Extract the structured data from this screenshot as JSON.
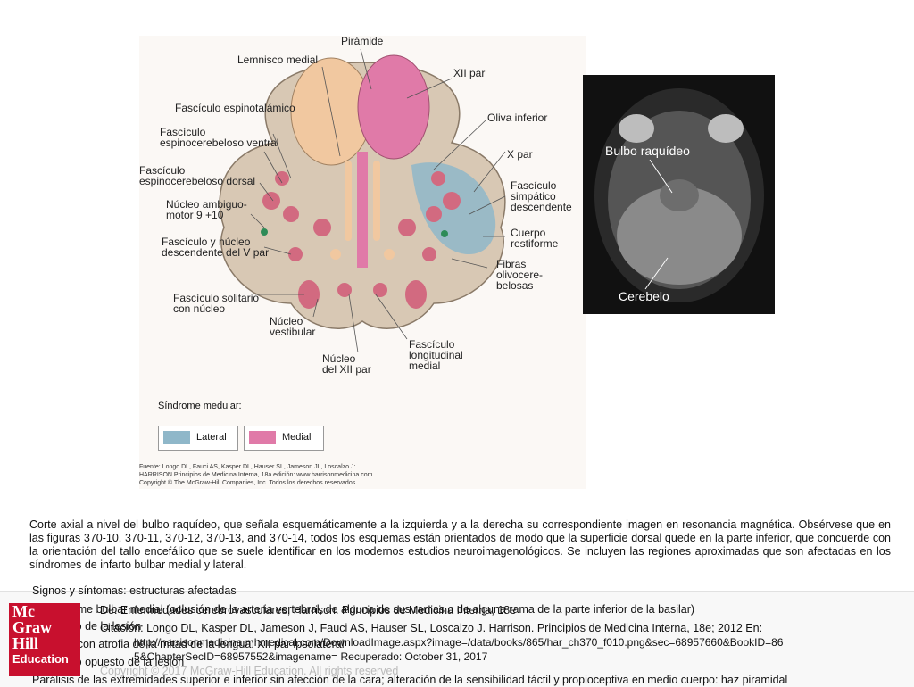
{
  "figure": {
    "labels": {
      "piramide": "Pirámide",
      "lemnisco": "Lemnisco medial",
      "xii_par": "XII par",
      "oliva": "Oliva inferior",
      "espinotalamico": "Fascículo espinotalámico",
      "espinocerebeloso_ventral": "Fascículo\nespinocerebeloso ventral",
      "x_par": "X par",
      "espinocerebeloso_dorsal": "Fascículo\nespinocerebeloso dorsal",
      "simpatico": "Fascículo\nsimpático\ndescendente",
      "ambiguo": "Núcleo ambiguo-\nmotor 9 +10",
      "restiforme": "Cuerpo\nrestiforme",
      "v_par": "Fascículo y núcleo\ndescendente del V par",
      "olivocerebelosas": "Fibras\nolivocere-\nbelosas",
      "solitario": "Fascículo solitario\ncon núcleo",
      "vestibular": "Núcleo\nvestibular",
      "xii_nucleo": "Núcleo\ndel XII par",
      "longitudinal": "Fascículo\nlongitudinal\nmedial"
    },
    "legend": {
      "title": "Síndrome medular:",
      "lateral": "Lateral",
      "medial": "Medial",
      "lateral_color": "#8fb7c9",
      "medial_color": "#e07aa8"
    },
    "fuente_line1": "Fuente: Longo DL, Fauci AS, Kasper DL, Hauser SL, Jameson JL, Loscalzo J:",
    "fuente_line2": "HARRISON Principios de Medicina Interna, 18a edición: www.harrisonmedicina.com",
    "fuente_line3": "Copyright © The McGraw-Hill Companies, Inc. Todos los derechos reservados."
  },
  "mri": {
    "bulbo": "Bulbo raquídeo",
    "cerebelo": "Cerebelo"
  },
  "caption": "Corte axial a nivel del bulbo raquídeo, que señala esquemáticamente a la izquierda y a la derecha su correspondiente imagen en resonancia magnética. Obsérvese que en las figuras 370-10, 370-11, 370-12, 370-13, and 370-14, todos los esquemas están orientados de modo que la superficie dorsal quede en la parte inferior, que concuerde con la orientación del tallo encefálico que se suele identificar en los modernos estudios neuroimagenológicos. Se incluyen las regiones aproximadas que son afectadas en los síndromes de infarto bulbar medial y lateral.",
  "overlay": {
    "l1": "Signos y síntomas: estructuras afectadas",
    "l2": "1. Síndrome bulbar medial (oclusión de la arteria vertebral, de alguna de sus ramas o de alguna rama de la parte inferior de la basilar)",
    "l3": "En el lado de la lesión",
    "l4": "Parálisis con atrofia de la mitad de la lengua: XII par ipsolateral",
    "l5": "En el lado opuesto de la lesión",
    "l6": "Parálisis de las extremidades superior e inferior sin afección de la cara; alteración de la sensibilidad táctil y propioceptiva en medio cuerpo: haz piramidal"
  },
  "citation": {
    "de_line": "De: Enfermedades cerebrovasculares, Harrison. Principios de Medicina Interna, 18e",
    "cita_line": "Citación: Longo DL, Kasper DL, Jameson J, Fauci AS, Hauser SL, Loscalzo J. Harrison. Principios de Medicina Interna, 18e; 2012 En:",
    "url_line1": "http://harrisonmedicina.mhmedical.com/DownloadImage.aspx?image=/data/books/865/har_ch370_f010.png&sec=68957660&BookID=86",
    "url_line2": "5&ChapterSecID=68957552&imagename= Recuperado: October 31, 2017",
    "copyright": "Copyright © 2017 McGraw-Hill Education. All rights reserved"
  },
  "logo": {
    "mc": "Mc",
    "graw": "Graw",
    "hill": "Hill",
    "education": "Education"
  }
}
